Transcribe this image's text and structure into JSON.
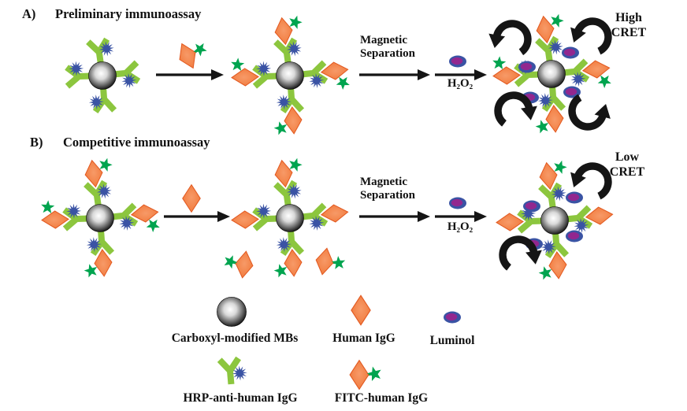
{
  "figure": {
    "panel_a": {
      "tag": "A)",
      "title": "Preliminary immunoassay",
      "magnetic_line1": "Magnetic",
      "magnetic_line2": "Separation",
      "h2o2": "H₂O₂",
      "result_line1": "High",
      "result_line2": "CRET"
    },
    "panel_b": {
      "tag": "B)",
      "title": "Competitive immunoassay",
      "magnetic_line1": "Magnetic",
      "magnetic_line2": "Separation",
      "h2o2": "H₂O₂",
      "result_line1": "Low",
      "result_line2": "CRET"
    },
    "legend": {
      "items": [
        {
          "icon": "magnetic-bead-icon",
          "label": "Carboxyl-modified MBs"
        },
        {
          "icon": "human-igg-diamond-icon",
          "label": "Human IgG"
        },
        {
          "icon": "luminol-oval-icon",
          "label": "Luminol"
        },
        {
          "icon": "hrp-antibody-icon",
          "label": "HRP-anti-human IgG"
        },
        {
          "icon": "fitc-human-igg-icon",
          "label": "FITC-human IgG"
        }
      ]
    },
    "colors": {
      "antibody_green": "#8CC63E",
      "hrp_blue": "#3A53A4",
      "igg_orange": "#F1793B",
      "igg_orange_light": "#F79A68",
      "igg_orange_edge": "#E2581F",
      "fitc_green": "#00A44F",
      "luminol_core": "#92278F",
      "luminol_ring": "#3A53A4",
      "arrow_black": "#151515",
      "text_black": "#111111"
    }
  }
}
